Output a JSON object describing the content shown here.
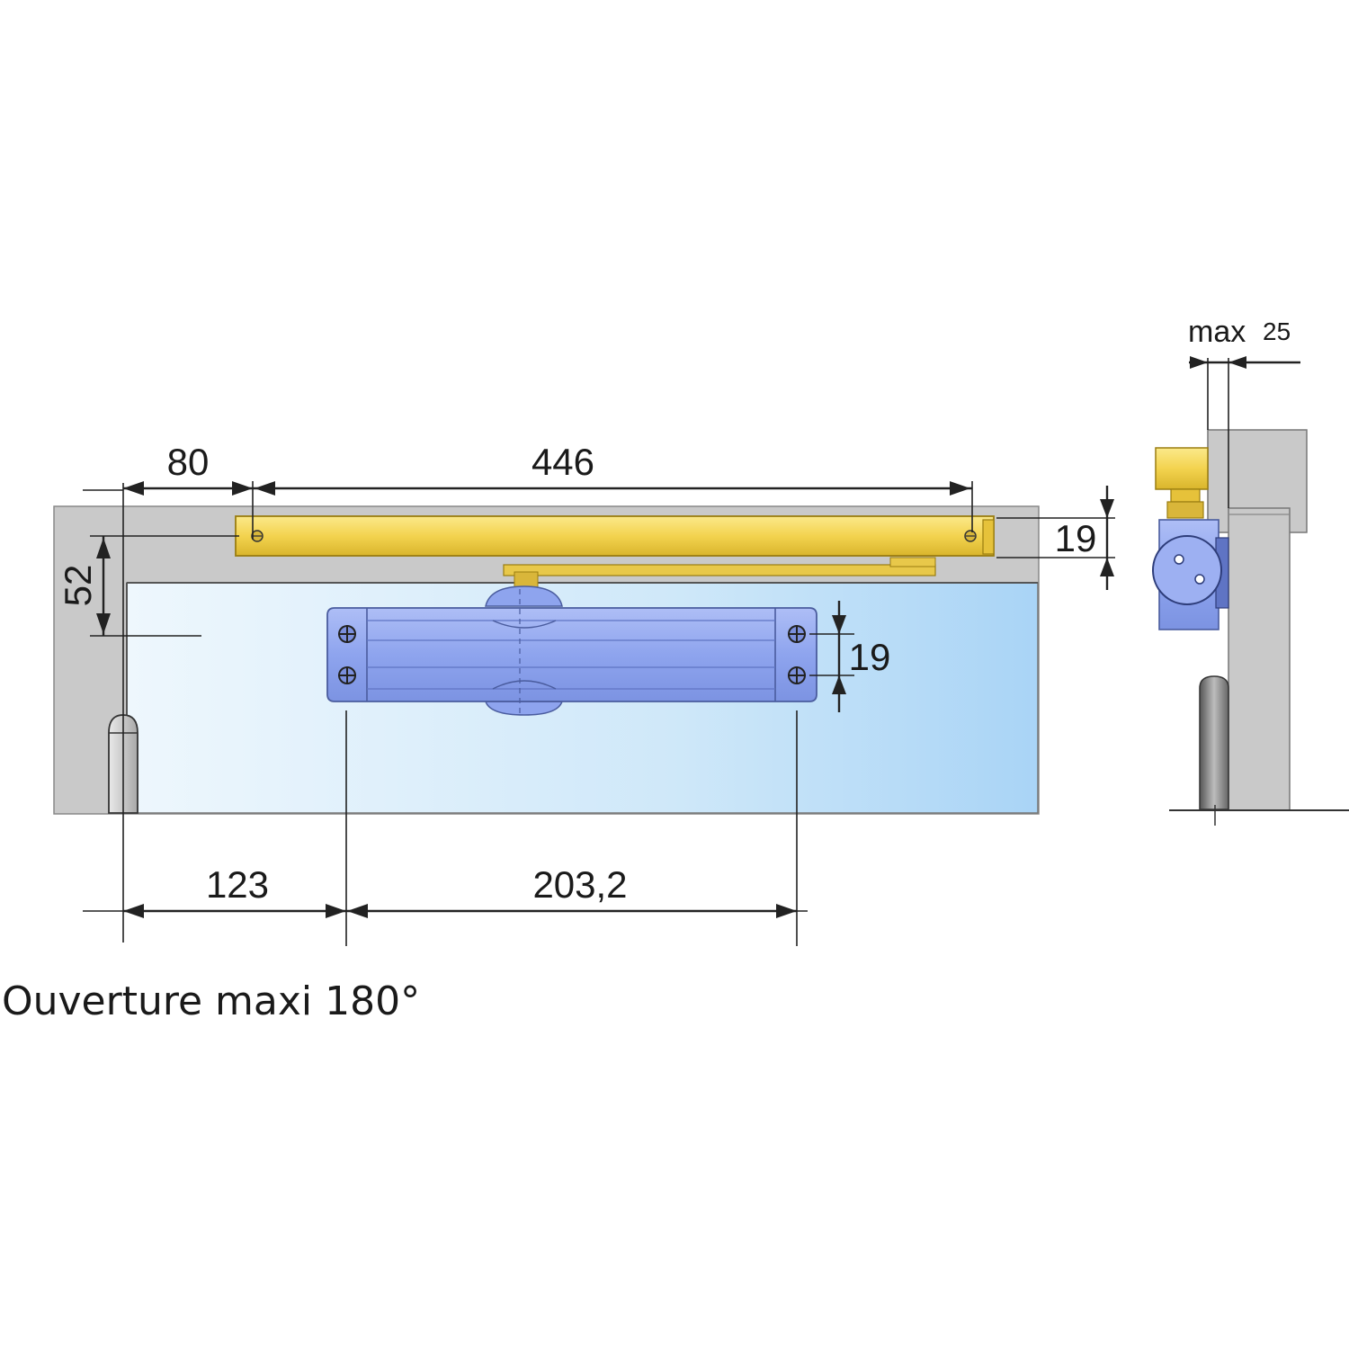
{
  "dimensions": {
    "d80": "80",
    "d446": "446",
    "d19_rail": "19",
    "d52": "52",
    "d19_body": "19",
    "d123": "123",
    "d203": "203,2",
    "max_label": "max",
    "max_value": "25"
  },
  "caption": "Ouverture maxi 180°",
  "colors": {
    "frame": "#c9c9c9",
    "rail": "#f2d45a",
    "body": "#8fa6ee",
    "door_glass": "#cfe6f8",
    "line": "#222222"
  }
}
